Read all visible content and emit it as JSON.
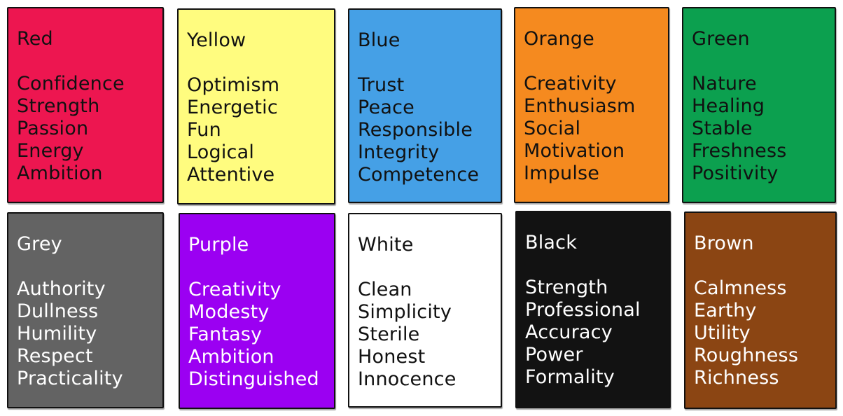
{
  "cards": [
    {
      "name": "Red",
      "bg": "#ED1650",
      "text": "dark",
      "traits": [
        "Confidence",
        "Strength",
        "Passion",
        "Energy",
        "Ambition"
      ]
    },
    {
      "name": "Yellow",
      "bg": "#FFFC7F",
      "text": "dark",
      "traits": [
        "Optimism",
        "Energetic",
        "Fun",
        "Logical",
        "Attentive"
      ]
    },
    {
      "name": "Blue",
      "bg": "#45A0E6",
      "text": "dark",
      "traits": [
        "Trust",
        "Peace",
        "Responsible",
        "Integrity",
        "Competence"
      ]
    },
    {
      "name": "Orange",
      "bg": "#F58A1F",
      "text": "dark",
      "traits": [
        "Creativity",
        "Enthusiasm",
        "Social",
        "Motivation",
        "Impulse"
      ]
    },
    {
      "name": "Green",
      "bg": "#0CA04F",
      "text": "dark",
      "traits": [
        "Nature",
        "Healing",
        "Stable",
        "Freshness",
        "Positivity"
      ]
    },
    {
      "name": "Grey",
      "bg": "#636363",
      "text": "light",
      "traits": [
        "Authority",
        "Dullness",
        "Humility",
        "Respect",
        "Practicality"
      ]
    },
    {
      "name": "Purple",
      "bg": "#9B00F2",
      "text": "light",
      "traits": [
        "Creativity",
        "Modesty",
        "Fantasy",
        "Ambition",
        "Distinguished"
      ]
    },
    {
      "name": "White",
      "bg": "#FFFFFF",
      "text": "dark",
      "traits": [
        "Clean",
        "Simplicity",
        "Sterile",
        "Honest",
        "Innocence"
      ]
    },
    {
      "name": "Black",
      "bg": "#121212",
      "text": "light",
      "traits": [
        "Strength",
        "Professional",
        "Accuracy",
        "Power",
        "Formality"
      ]
    },
    {
      "name": "Brown",
      "bg": "#8B4513",
      "text": "light",
      "traits": [
        "Calmness",
        "Earthy",
        "Utility",
        "Roughness",
        "Richness"
      ]
    }
  ]
}
